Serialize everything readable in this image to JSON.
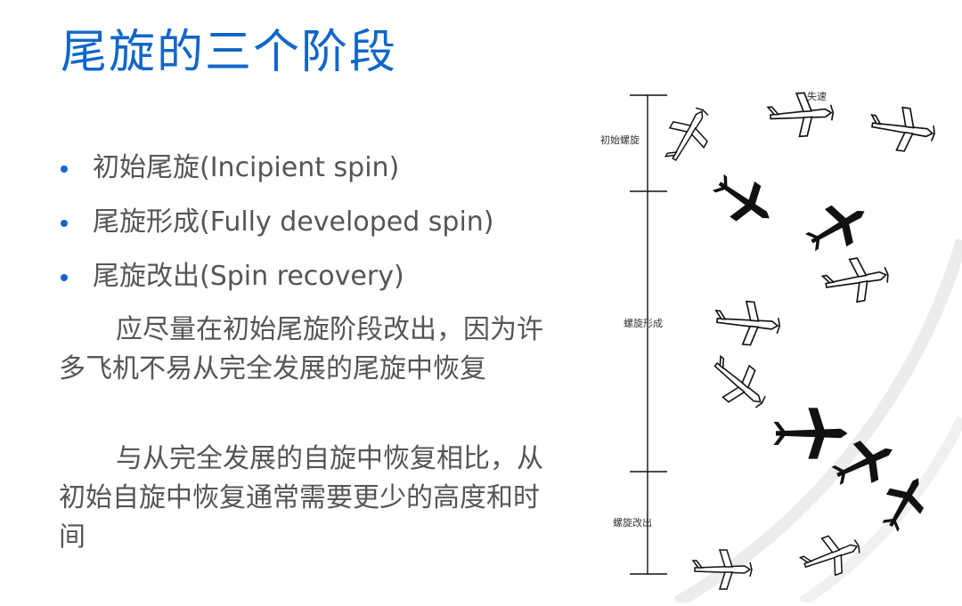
{
  "slide": {
    "title": "尾旋的三个阶段",
    "bullets": [
      "初始尾旋(Incipient spin)",
      "尾旋形成(Fully developed spin)",
      "尾旋改出(Spin recovery)"
    ],
    "paragraphs": [
      "应尽量在初始尾旋阶段改出，因为许多飞机不易从完全发展的尾旋中恢复",
      "与从完全发展的自旋中恢复相比，从初始自旋中恢复通常需要更少的高度和时间"
    ]
  },
  "diagram": {
    "labels": {
      "stall": "失速",
      "incipient": "初始螺旋",
      "developed": "螺旋形成",
      "recovery": "螺旋改出"
    }
  },
  "colors": {
    "title": "#1266c9",
    "text": "#555555",
    "bullet": "#1266c9"
  }
}
